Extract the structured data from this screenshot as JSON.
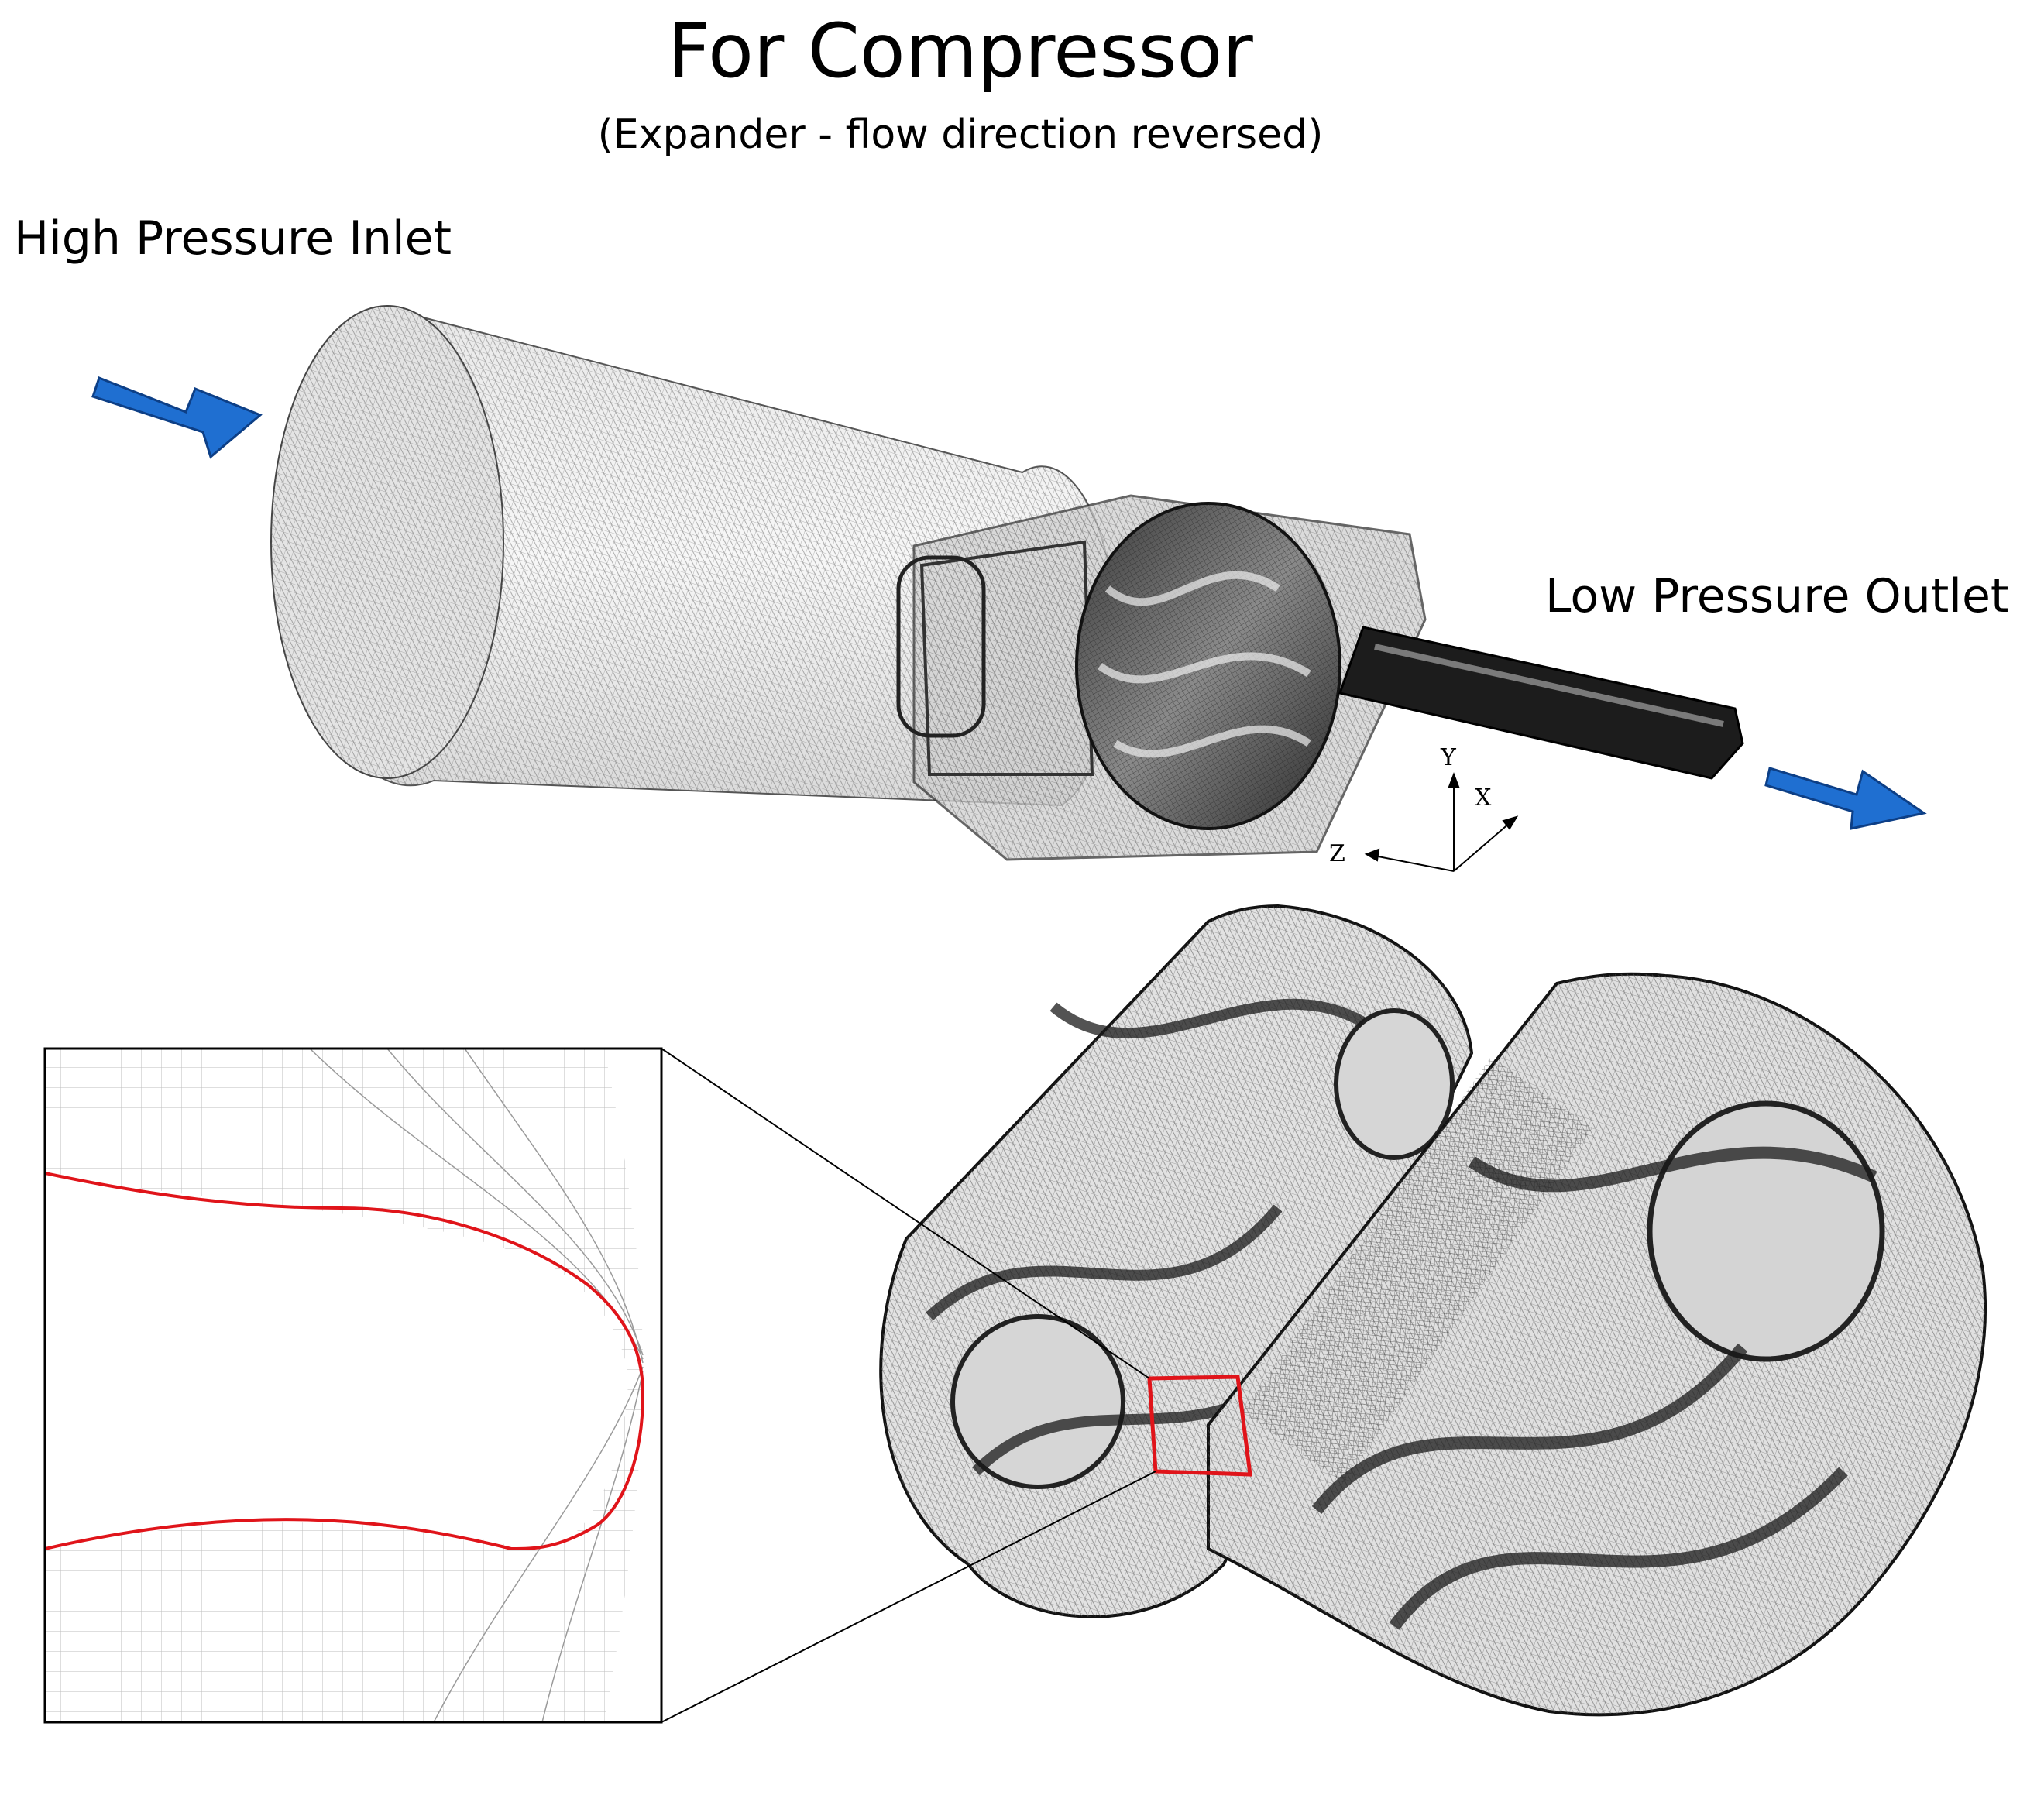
{
  "title": "For Compressor",
  "subtitle": "(Expander - flow direction reversed)",
  "inlet_label": "High Pressure Inlet",
  "outlet_label": "Low Pressure Outlet",
  "axes": {
    "x": "X",
    "y": "Y",
    "z": "Z"
  },
  "colors": {
    "flow_arrow": "#1f6fd1",
    "flow_arrow_edge": "#0d3f86",
    "zoom_region": "#e0141a",
    "mesh_dark": "#1a1a1a",
    "mesh_light": "#d8d8d8"
  },
  "icons": [
    "inlet-arrow-icon",
    "outlet-arrow-icon",
    "coordinate-axes-icon"
  ]
}
